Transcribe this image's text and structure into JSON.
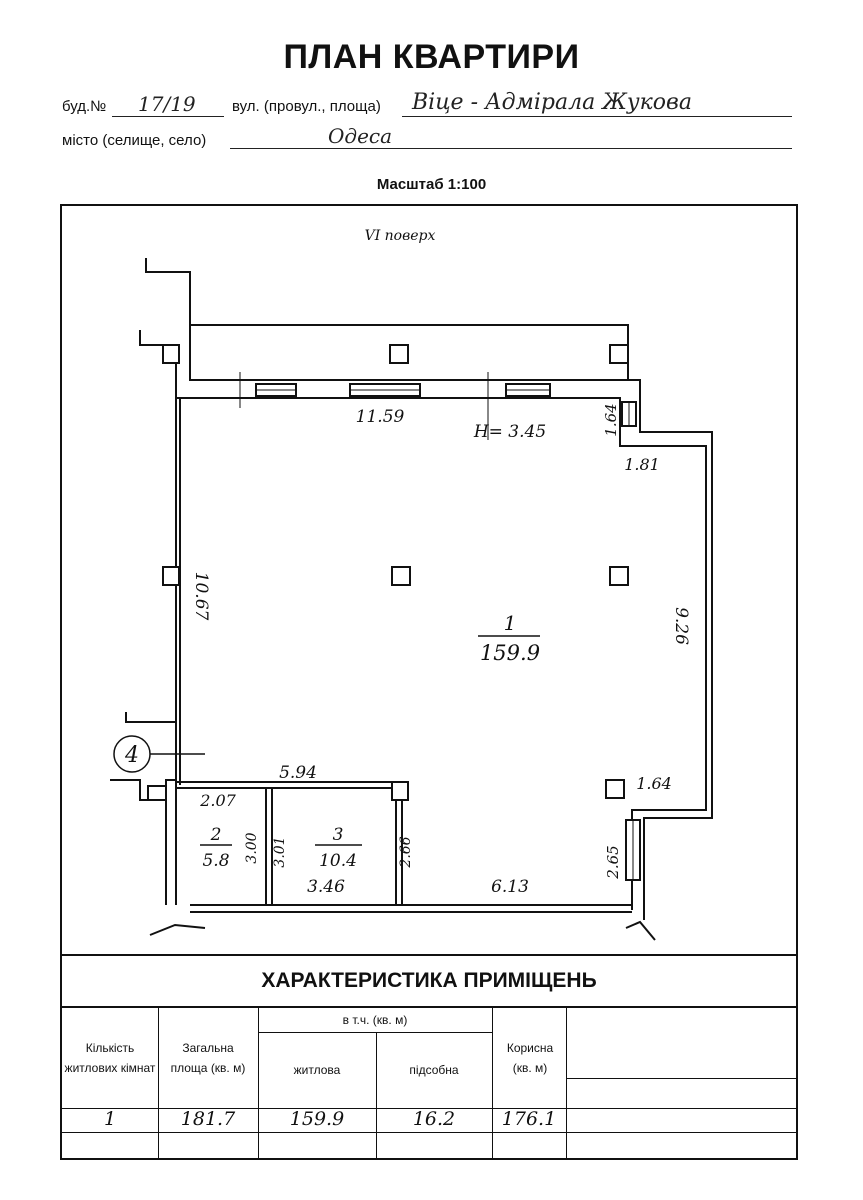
{
  "document": {
    "title": "ПЛАН КВАРТИРИ",
    "building_label": "буд.№",
    "building_number": "17/19",
    "street_label": "вул. (провул., площа)",
    "street_value": "Віце - Адмірала Жукова",
    "city_label": "місто (селище, село)",
    "city_value": "Одеса",
    "scale": "Масштаб 1:100"
  },
  "plan": {
    "floor_note": "VI поверх",
    "dimensions": {
      "top": "11.59",
      "height_note": "H= 3.45",
      "right_small_top": "1.64",
      "right_offset": "1.81",
      "right": "9.26",
      "right_small_bottom": "1.64",
      "right_lower": "2.65",
      "left": "10.67",
      "middle_wall": "5.94",
      "room2_width": "2.07",
      "room2_height": "3.00",
      "room3_left_height": "3.01",
      "room3_right_height": "2.66",
      "room3_bottom": "3.46",
      "bottom_right": "6.13"
    },
    "rooms": [
      {
        "number": "1",
        "area": "159.9"
      },
      {
        "number": "2",
        "area": "5.8"
      },
      {
        "number": "3",
        "area": "10.4"
      }
    ],
    "stair_marker": "4"
  },
  "characteristics": {
    "title": "ХАРАКТЕРИСТИКА ПРИМІЩЕНЬ",
    "headers": {
      "rooms_count": "Кількість житлових кімнат",
      "total_area": "Загальна площа (кв. м)",
      "including": "в т.ч. (кв. м)",
      "living": "житлова",
      "auxiliary": "підсобна",
      "useful": "Корисна (кв. м)"
    },
    "values": {
      "rooms_count": "1",
      "total_area": "181.7",
      "living": "159.9",
      "auxiliary": "16.2",
      "useful": "176.1"
    }
  }
}
